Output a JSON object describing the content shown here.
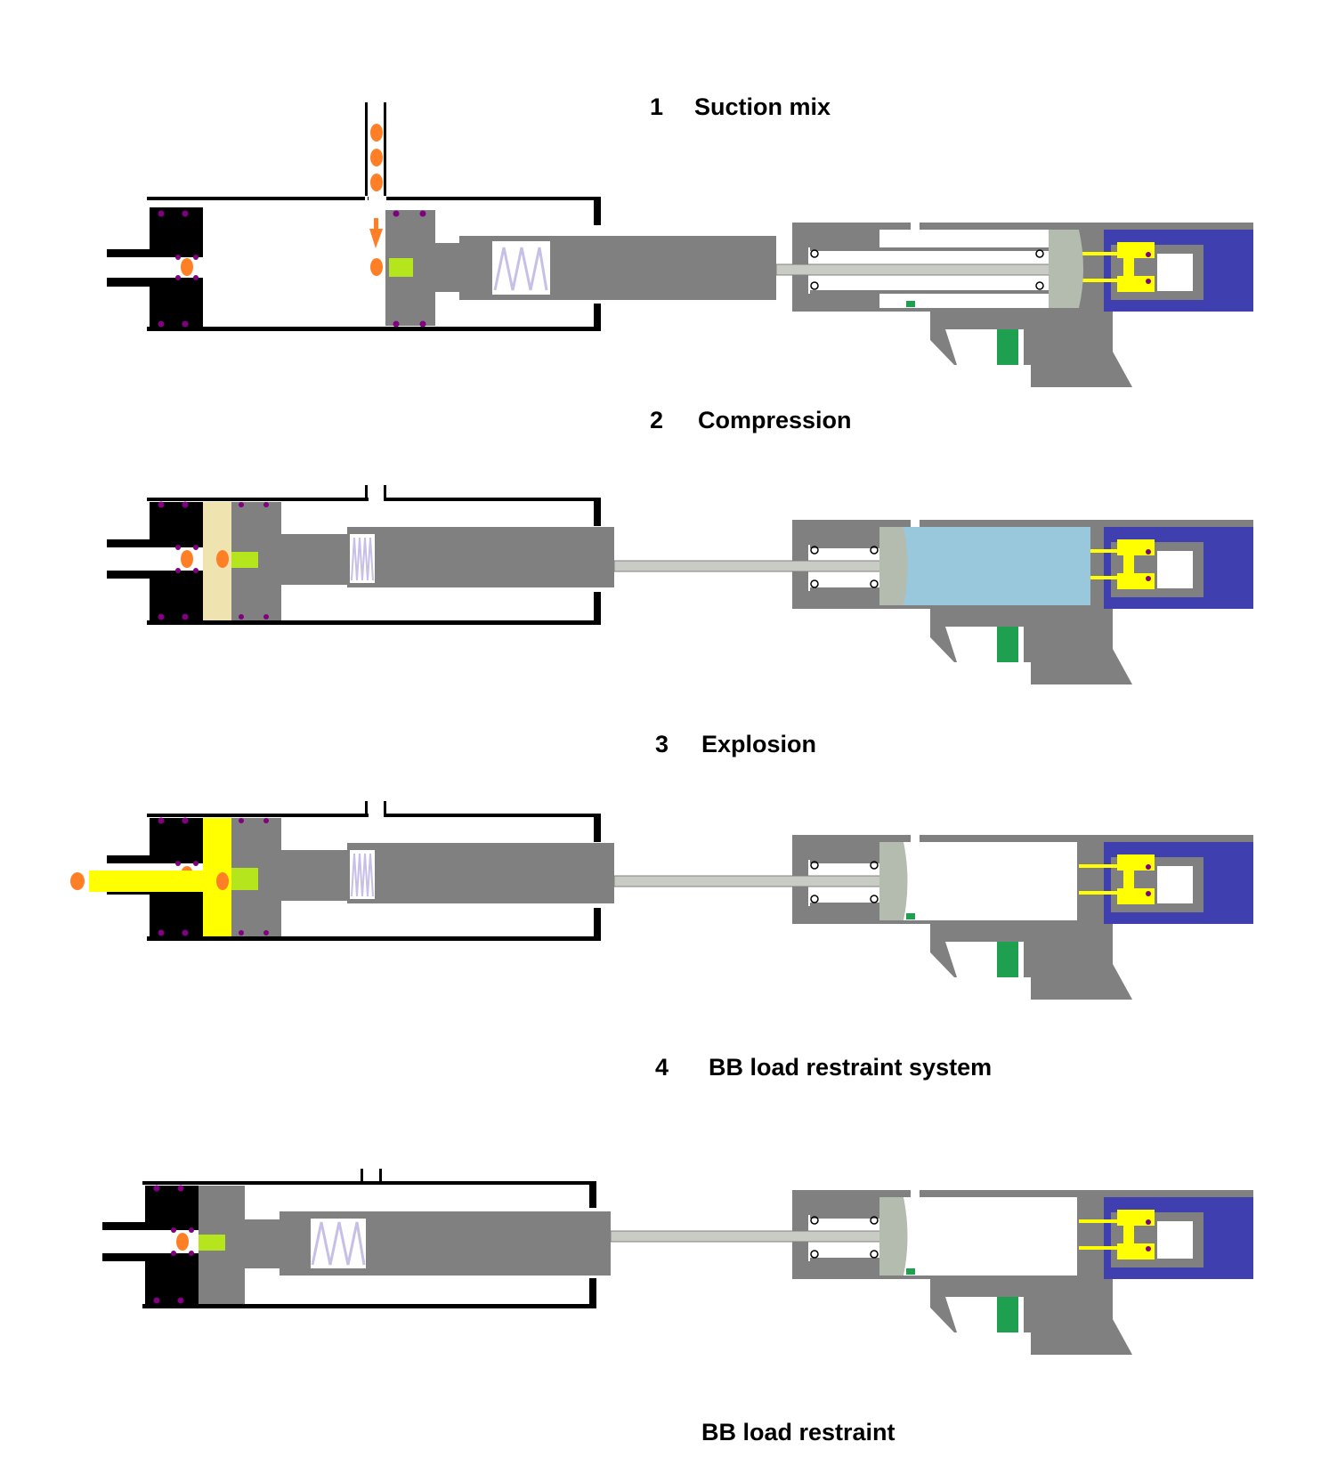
{
  "stages": [
    {
      "number": "1",
      "title": "Suction mix"
    },
    {
      "number": "2",
      "title": "Compression"
    },
    {
      "number": "3",
      "title": "Explosion"
    },
    {
      "number": "4",
      "title": "BB load restraint system"
    }
  ],
  "caption": "BB load restraint",
  "colors": {
    "body_gray": "#808080",
    "rod": "#c8ccc4",
    "bolt_head": "#b4bcb0",
    "cap_black": "#000000",
    "ring_purple": "#800080",
    "bb_orange": "#ff7f27",
    "valve_green": "#b5e61d",
    "compressed_gas": "#efe4b0",
    "explosion_yellow": "#ffff00",
    "spring": "#c8bfe7",
    "chamber_blue": "#99c7dc",
    "hopup_blue": "#3f3fb0",
    "nozzle_yellow": "#ffff00",
    "trigger_green": "#1fa050"
  }
}
